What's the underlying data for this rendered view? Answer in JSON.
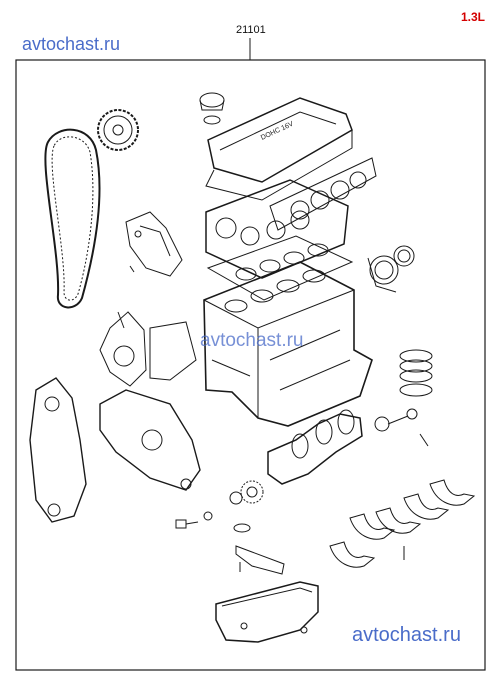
{
  "header": {
    "part_number": "21101",
    "engine_variant": "1.3L"
  },
  "watermarks": [
    "avtochast.ru",
    "avtochast.ru",
    "avtochast.ru"
  ],
  "colors": {
    "watermark": "#4a6cc9",
    "variant_label": "#d40000",
    "line_art": "#1a1a1a"
  }
}
